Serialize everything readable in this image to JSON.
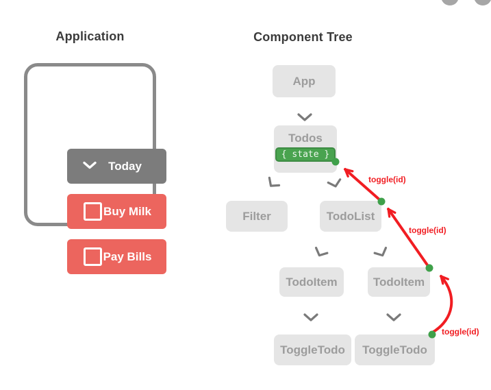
{
  "page": {
    "left_heading": "Application",
    "right_heading": "Component Tree"
  },
  "app_mock": {
    "dropdown": {
      "label": "Today"
    },
    "todos": [
      {
        "label": "Buy Milk"
      },
      {
        "label": "Pay Bills"
      }
    ]
  },
  "tree": {
    "nodes": {
      "app": "App",
      "todos": "Todos",
      "filter": "Filter",
      "todolist": "TodoList",
      "todoitem_left": "TodoItem",
      "todoitem_right": "TodoItem",
      "toggletodo_left": "ToggleTodo",
      "toggletodo_right": "ToggleTodo"
    },
    "state_badge": "{ state }",
    "event_labels": {
      "toggletodo_to_todoitem": "toggle(id)",
      "todoitem_to_todolist": "toggle(id)",
      "todolist_to_todos": "toggle(id)"
    }
  },
  "icons": {
    "dropdown_chevron": "chevron-down",
    "todo_checkbox": "unchecked-checkbox",
    "tree_connector": "chevron-down"
  },
  "colors": {
    "button_red": "#ec655e",
    "button_gray": "#7c7c7c",
    "arrow_red": "#f11d22",
    "state_green": "#49a34f",
    "node_gray": "#e5e5e5",
    "node_text_gray": "#9c9c9c",
    "card_border_gray": "#8a8a8a",
    "heading_gray": "#3b3b3b",
    "nav_circle_gray": "#a6a6a6"
  }
}
